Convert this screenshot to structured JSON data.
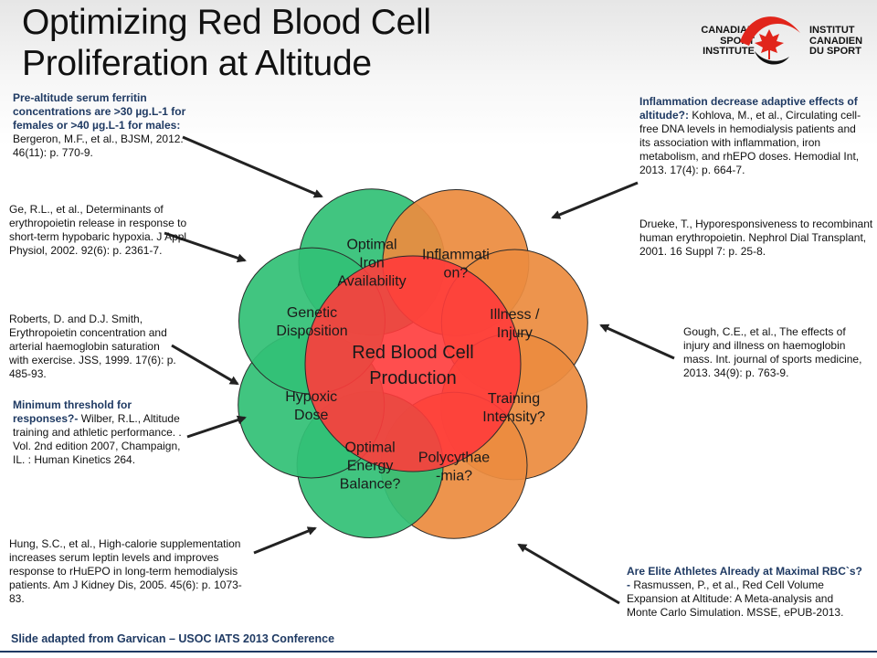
{
  "title": "Optimizing Red Blood Cell\nProliferation at Altitude",
  "logo": {
    "left_text": "CANADIAN\nSPORT\nINSTITUTE",
    "right_text": "INSTITUT\nCANADIEN\nDU SPORT"
  },
  "center": {
    "lines": [
      "Red Blood Cell",
      "Production"
    ],
    "color": "#ff3b3b"
  },
  "colors": {
    "green": "#33c176",
    "orange": "#ec8c3f",
    "red": "#ff3b3b",
    "text_blue": "#1f3a63"
  },
  "factors": [
    {
      "id": "iron",
      "lines": [
        "Optimal",
        "Iron",
        "Availability"
      ],
      "color": "green"
    },
    {
      "id": "inflammation",
      "lines": [
        "Inflammati",
        "on?"
      ],
      "color": "orange"
    },
    {
      "id": "illness",
      "lines": [
        "Illness /",
        "Injury"
      ],
      "color": "orange"
    },
    {
      "id": "training",
      "lines": [
        "Training",
        "Intensity?"
      ],
      "color": "orange"
    },
    {
      "id": "polycythaemia",
      "lines": [
        "Polycythae",
        "-mia?"
      ],
      "color": "orange"
    },
    {
      "id": "energy",
      "lines": [
        "Optimal",
        "Energy",
        "Balance?"
      ],
      "color": "green"
    },
    {
      "id": "hypoxic",
      "lines": [
        "Hypoxic",
        "Dose"
      ],
      "color": "green"
    },
    {
      "id": "genetic",
      "lines": [
        "Genetic",
        "Disposition"
      ],
      "color": "green"
    }
  ],
  "notes": {
    "ferritin": {
      "lead": "Pre-altitude serum ferritin concentrations are >30 µg.L-1 for females or >40 µg.L-1 for males:",
      "body": "Bergeron, M.F., et al., BJSM, 2012. 46(11): p. 770-9."
    },
    "ge": {
      "body": "Ge, R.L., et al., Determinants of erythropoietin release in response to short-term hypobaric hypoxia. J Appl Physiol, 2002. 92(6): p. 2361-7."
    },
    "roberts": {
      "body": "Roberts, D. and D.J. Smith, Erythropoietin concentration and arterial haemoglobin saturation with exercise. JSS, 1999. 17(6): p. 485-93."
    },
    "threshold": {
      "lead": "Minimum threshold for responses?-",
      "body": "Wilber, R.L., Altitude training and athletic performance. . Vol. 2nd edition 2007, Champaign, IL. : Human Kinetics 264."
    },
    "hung": {
      "body": "Hung, S.C., et al., High-calorie supplementation increases serum leptin levels and improves response to rHuEPO in long-term hemodialysis patients. Am J Kidney Dis, 2005. 45(6): p. 1073-83."
    },
    "inflammation": {
      "lead": "Inflammation decrease adaptive effects of altitude?:",
      "body": "Kohlova, M., et al., Circulating cell-free DNA levels in hemodialysis patients and its association with inflammation, iron metabolism, and rhEPO doses. Hemodial Int, 2013. 17(4): p. 664-7."
    },
    "drueke": {
      "body": "Drueke, T., Hyporesponsiveness to recombinant human erythropoietin. Nephrol Dial Transplant, 2001. 16 Suppl 7: p. 25-8."
    },
    "gough": {
      "body": "Gough, C.E., et al., The effects of injury and illness on haemoglobin mass. Int. journal of sports medicine, 2013. 34(9): p. 763-9."
    },
    "elite": {
      "lead": "Are Elite Athletes Already at Maximal RBC`s? -",
      "body": "Rasmussen, P., et al., Red Cell Volume Expansion at Altitude: A Meta-analysis and Monte Carlo Simulation. MSSE, ePUB-2013."
    }
  },
  "footer": "Slide adapted from Garvican – USOC IATS 2013 Conference"
}
